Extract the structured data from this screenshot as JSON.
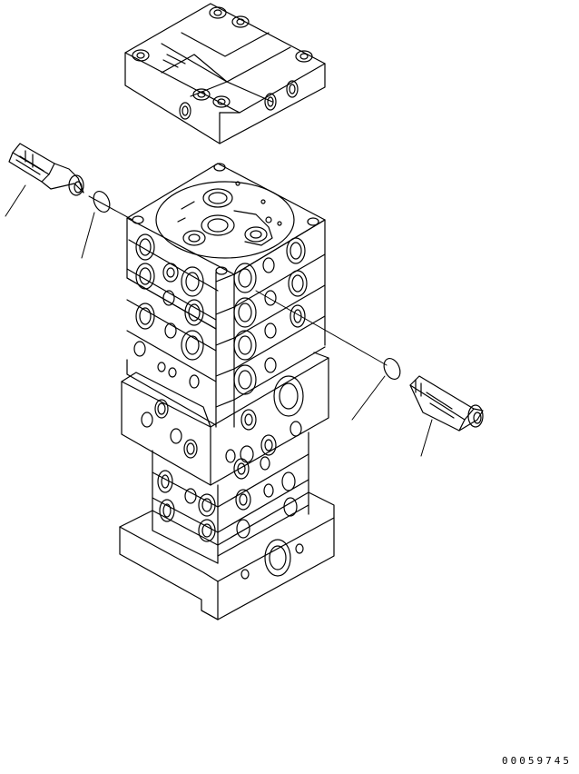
{
  "figure": {
    "drawing_number": "00059745",
    "line_color": "#000000",
    "background": "#ffffff"
  },
  "parts": [
    {
      "id": "top-cover-block",
      "type": "block"
    },
    {
      "id": "control-valve-stack",
      "type": "block"
    },
    {
      "id": "base-block",
      "type": "block"
    },
    {
      "id": "relief-valve-left",
      "type": "valve"
    },
    {
      "id": "o-ring-left",
      "type": "seal"
    },
    {
      "id": "relief-valve-right",
      "type": "valve"
    },
    {
      "id": "o-ring-right",
      "type": "seal"
    }
  ]
}
